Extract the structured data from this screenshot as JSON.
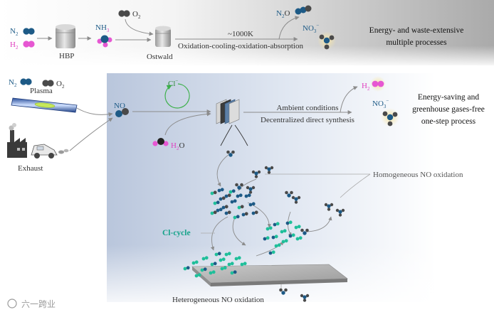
{
  "traditional": {
    "n2_prefix": "N",
    "n2_sub": "2",
    "h2_prefix": "H",
    "h2_sub": "2",
    "hbp_label": "HBP",
    "nh3_prefix": "NH",
    "nh3_sub": "3",
    "o2_prefix": "O",
    "o2_sub": "2",
    "ostwald_label": "Ostwald",
    "temperature": "~1000K",
    "steps": "Oxidation-cooling-oxidation-absorption",
    "n2o_prefix": "N",
    "n2o_sub": "2",
    "n2o_suffix": "O",
    "no3_prefix": "NO",
    "no3_sub": "3",
    "no3_sup": "−",
    "summary_line1": "Energy- and waste-extensive",
    "summary_line2": "multiple processes"
  },
  "proposed": {
    "n2_prefix": "N",
    "n2_sub": "2",
    "o2_prefix": "O",
    "o2_sub": "2",
    "plasma_label": "Plasma",
    "exhaust_label": "Exhaust",
    "no_label": "NO",
    "cl_prefix": "Cl",
    "cl_sup": "−",
    "h2o_prefix": "H",
    "h2o_sub": "2",
    "h2o_suffix": "O",
    "condition1": "Ambient conditions",
    "condition2": "Decentralized direct synthesis",
    "h2_prefix": "H",
    "h2_sub": "2",
    "no3_prefix": "NO",
    "no3_sub": "3",
    "no3_sup": "−",
    "summary_line1": "Energy-saving and",
    "summary_line2": "greenhouse gases-free",
    "summary_line3": "one-step process"
  },
  "mechanism": {
    "homogeneous": "Homogeneous NO oxidation",
    "cl_cycle": "Cl-cycle",
    "heterogeneous": "Heterogeneous NO oxidation"
  },
  "watermark": "六一跨业",
  "colors": {
    "nitrogen": "#1d5a86",
    "hydrogen_text": "#e040c0",
    "hydrogen_atom": "#e657d2",
    "oxygen": "#4a4a4a",
    "teal": "#1fbf9a",
    "cl_cycle_text": "#16a38a",
    "cycle_green": "#3cb04a"
  }
}
